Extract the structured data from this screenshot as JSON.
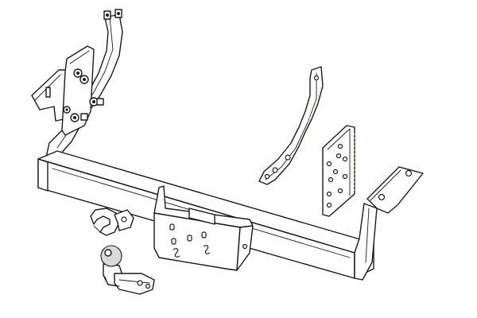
{
  "diagram": {
    "labels": [],
    "colors": {
      "line": "#1a1a1a",
      "background": "#ffffff",
      "ball_shade": "#d9d9d9",
      "highlight": "#d8c060"
    },
    "components": [
      "left-mounting-bracket",
      "main-crossbar",
      "right-end-bracket",
      "center-receiver-plate",
      "side-support-bracket",
      "side-mounting-plate",
      "socket-mounting-bracket",
      "tow-ball"
    ]
  }
}
